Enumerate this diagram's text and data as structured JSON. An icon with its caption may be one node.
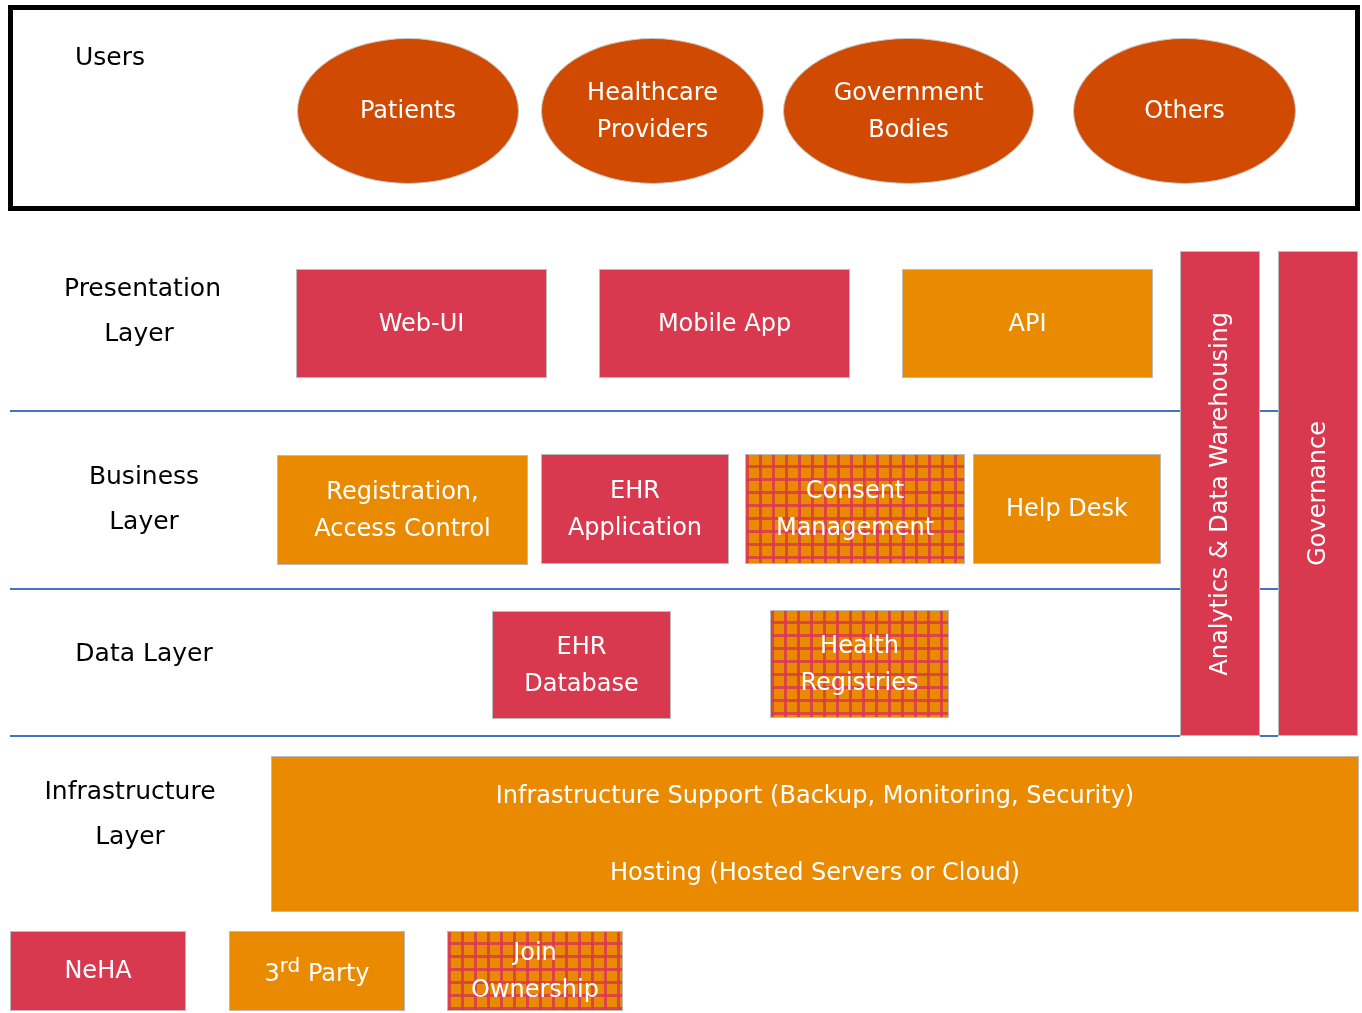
{
  "diagram": {
    "nodes": [
      {
        "text": [
          "Users"
        ]
      },
      {
        "text": [
          "Patients"
        ],
        "in": 0
      },
      {
        "text": [
          "Healthcare Providers"
        ],
        "in": 0
      },
      {
        "text": [
          "Government Bodies"
        ],
        "in": 0
      },
      {
        "text": [
          "Others"
        ],
        "in": 0
      },
      {
        "text": [
          "Web-UI"
        ]
      },
      {
        "text": [
          "Mobile App"
        ]
      },
      {
        "text": [
          "API"
        ]
      },
      {
        "text": [
          "Registration, Access Control"
        ]
      },
      {
        "text": [
          "EHR Application"
        ]
      },
      {
        "text": [
          "Consent Management"
        ]
      },
      {
        "text": [
          "Help Desk"
        ]
      },
      {
        "text": [
          "EHR Database"
        ]
      },
      {
        "text": [
          "Health Registries"
        ]
      },
      {
        "text": [
          "Analytics & Data Warehousing"
        ]
      },
      {
        "text": [
          "Governance"
        ]
      },
      {
        "text": [
          "Infrastructure Support (Backup, Monitoring, Security)",
          "Hosting (Hosted Servers or Cloud)"
        ]
      }
    ],
    "labels": [
      "Presentation Layer",
      "Business Layer",
      "Data Layer",
      "Infrastructure Layer"
    ],
    "legend": [
      {
        "text": "NeHA",
        "color": "#d9394f"
      },
      {
        "text": "3$^{rd}$ Party",
        "color": "#e98a00"
      },
      {
        "text": "Join Ownership"
      }
    ]
  }
}
